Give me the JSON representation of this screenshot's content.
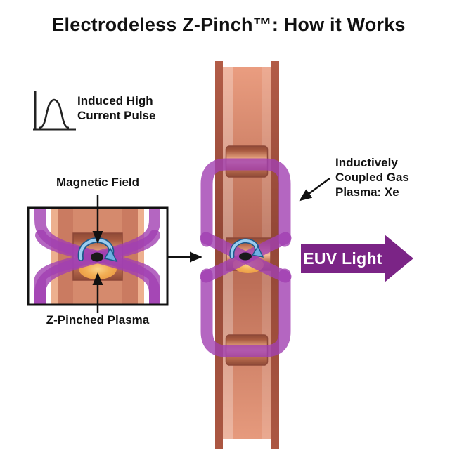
{
  "title": "Electrodeless Z-Pinch™: How it Works",
  "legend": {
    "pulse_label": "Induced High\nCurrent Pulse"
  },
  "callouts": {
    "magnetic_field": "Magnetic Field",
    "z_pinched_plasma": "Z-Pinched Plasma",
    "coupled_plasma": "Inductively\nCoupled Gas\nPlasma: Xe",
    "euv_light": "EUV Light"
  },
  "colors": {
    "coil_purple": "#A140B2",
    "euv_arrow_purple": "#7B2486",
    "copper_edge": "#A85341",
    "copper_body": "#C97A60",
    "copper_highlight": "#EEB092",
    "plasma_glow_amber": "#F2B45C",
    "field_loop_blue": "#6FB0E4",
    "pinched_plasma_black": "#1A1A1A",
    "text_black": "#111111"
  }
}
